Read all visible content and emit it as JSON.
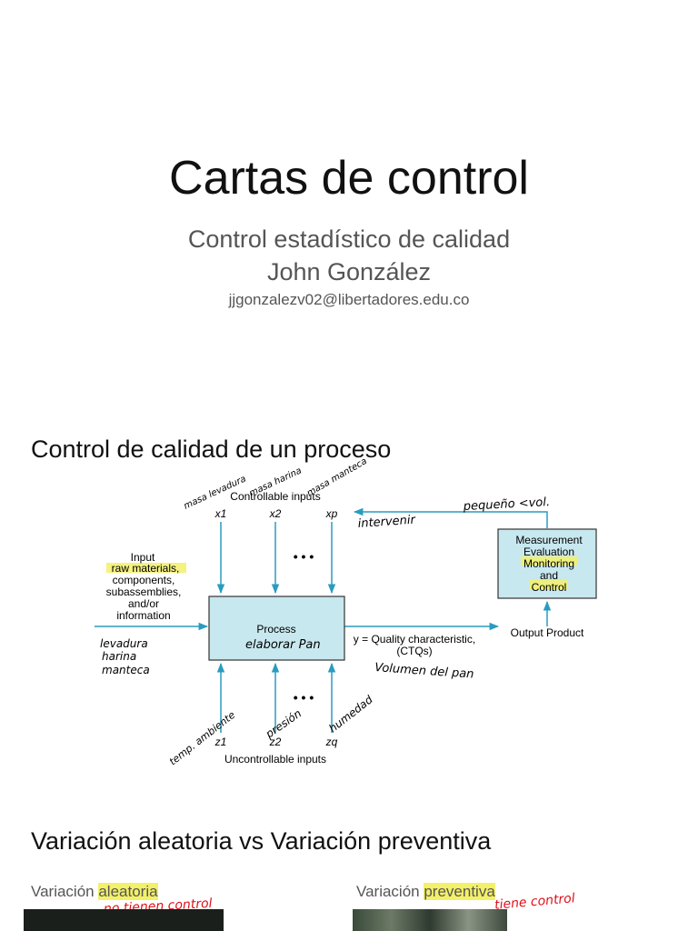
{
  "slide": {
    "title": "Cartas de control",
    "subtitle": "Control estadístico de calidad",
    "author": "John González",
    "email": "jjgonzalezv02@libertadores.edu.co"
  },
  "section1": {
    "heading": "Control de calidad de un proceso",
    "diagram": {
      "controllable_label": "Controllable inputs",
      "uncontrollable_label": "Uncontrollable inputs",
      "input_lines": [
        "Input",
        "raw materials,",
        "components,",
        "subassemblies,",
        "and/or",
        "information"
      ],
      "process_label": "Process",
      "quality_line1": "y = Quality characteristic,",
      "quality_line2": "(CTQs)",
      "measurement_lines": [
        "Measurement",
        "Evaluation",
        "Monitoring",
        "and",
        "Control"
      ],
      "output_label": "Output Product",
      "x_labels": [
        "x1",
        "x2",
        "xp"
      ],
      "z_labels": [
        "z1",
        "z2",
        "zq"
      ],
      "dots": "• • •"
    },
    "annotations": {
      "x1_note": "masa levadura",
      "x2_note": "masa harina",
      "xp_note": "masa manteca",
      "feedback_note": "pequeño <vol.",
      "intervene_note": "intervenir",
      "input_notes": [
        "levadura",
        "harina",
        "manteca"
      ],
      "process_note": "elaborar Pan",
      "quality_note": "Volumen del pan",
      "z1_note": "temp. ambiente",
      "z2_note": "presión",
      "zq_note": "humedad"
    }
  },
  "section2": {
    "heading": "Variación aleatoria vs Variación preventiva",
    "left_label_prefix": "Variación ",
    "left_label_highlight": "aleatoria",
    "left_note": "no tienen control",
    "right_label_prefix": "Variación ",
    "right_label_highlight": "preventiva",
    "right_note": "tiene control"
  },
  "colors": {
    "process_box": "#c8e8ef",
    "arrow": "#2a9bc0",
    "ink": "#e0101a",
    "highlight": "#f3f06a"
  }
}
